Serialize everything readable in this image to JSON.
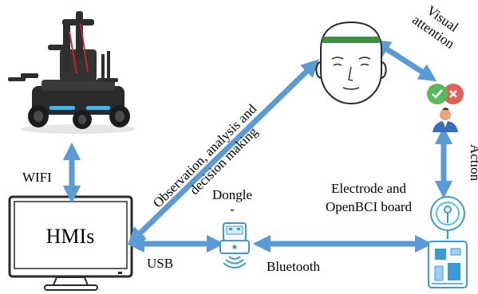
{
  "labels": {
    "wifi": "WIFI",
    "hmis": "HMIs",
    "dongle": "Dongle",
    "dongle_mark": "-",
    "usb": "USB",
    "bluetooth": "Bluetooth",
    "observation_line1": "Observation, analysis and",
    "observation_line2": "decision making",
    "visual_line1": "Visual",
    "visual_line2": "attention",
    "action": "Action",
    "electrode_line1": "Electrode and",
    "electrode_line2": "OpenBCI board"
  },
  "icons": {
    "robot": "robot-icon",
    "monitor": "monitor-icon",
    "dongle": "usb-dongle-icon",
    "head": "head-with-eeg-band-icon",
    "decision": "check-cross-decision-icon",
    "person": "person-icon",
    "electrode": "electrode-icon",
    "board": "circuit-board-icon"
  },
  "colors": {
    "arrow": "#5b9bd5",
    "hmis_text": "#2e74b5",
    "eeg_band": "#3e8e41",
    "check": "#5cb85c",
    "cross": "#e0605a",
    "icon_blue": "#3a9ad9"
  }
}
